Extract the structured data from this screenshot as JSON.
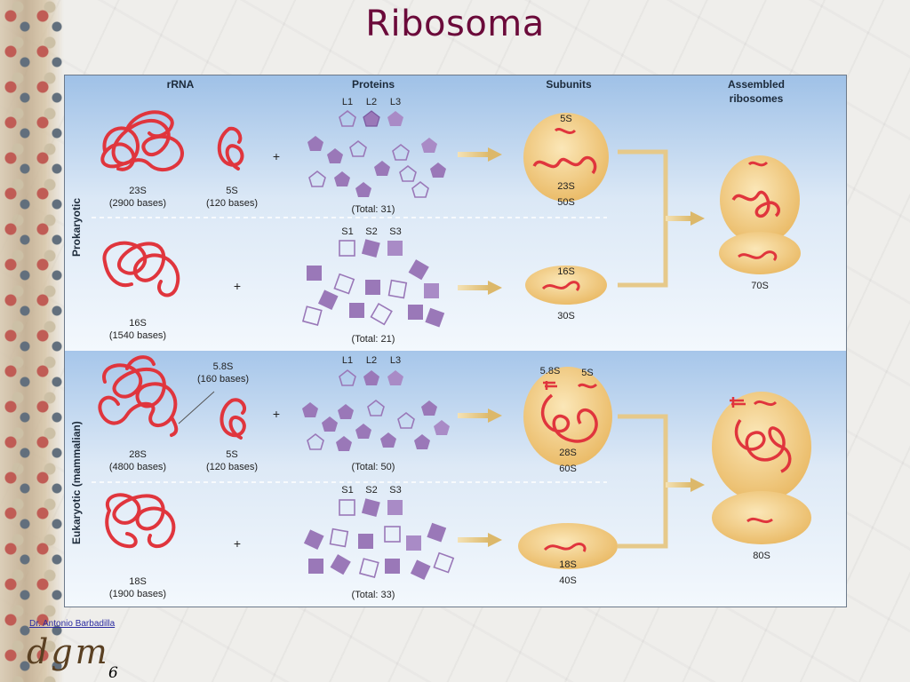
{
  "title": "Ribosoma",
  "footer": {
    "credit": "Dr. Antonio Barbadilla",
    "logo": "dgm",
    "page_number": "6"
  },
  "columns": {
    "rrna": "rRNA",
    "proteins": "Proteins",
    "subunits": "Subunits",
    "assembled_line1": "Assembled",
    "assembled_line2": "ribosomes"
  },
  "sections": {
    "prokaryotic": "Prokaryotic",
    "eukaryotic": "Eukaryotic (mammalian)"
  },
  "plus": "+",
  "prok": {
    "large": {
      "rrna1_name": "23S",
      "rrna1_bases": "(2900 bases)",
      "rrna2_name": "5S",
      "rrna2_bases": "(120 bases)",
      "labels": [
        "L1",
        "L2",
        "L3"
      ],
      "total": "(Total: 31)",
      "subunit_top": "5S",
      "subunit_mid": "23S",
      "subunit_name": "50S"
    },
    "small": {
      "rrna1_name": "16S",
      "rrna1_bases": "(1540 bases)",
      "labels": [
        "S1",
        "S2",
        "S3"
      ],
      "total": "(Total: 21)",
      "subunit_top": "16S",
      "subunit_name": "30S"
    },
    "ribosome": "70S"
  },
  "euk": {
    "large": {
      "rrna1_name": "28S",
      "rrna1_bases": "(4800 bases)",
      "rrna2_name": "5S",
      "rrna2_bases": "(120 bases)",
      "rrna3_name": "5.8S",
      "rrna3_bases": "(160 bases)",
      "labels": [
        "L1",
        "L2",
        "L3"
      ],
      "total": "(Total: 50)",
      "subunit_top1": "5.8S",
      "subunit_top2": "5S",
      "subunit_mid": "28S",
      "subunit_name": "60S"
    },
    "small": {
      "rrna1_name": "18S",
      "rrna1_bases": "(1900 bases)",
      "labels": [
        "S1",
        "S2",
        "S3"
      ],
      "total": "(Total: 33)",
      "subunit_mid": "18S",
      "subunit_name": "40S"
    },
    "ribosome": "80S"
  },
  "colors": {
    "rna": "#e0353d",
    "protein": "#9a78b8",
    "subunit": "#f1cc7e",
    "arrow": "#e9cf95",
    "panel_top": "#9ec0e6",
    "panel_bottom": "#f2f7fc",
    "title": "#6b0a3a"
  }
}
